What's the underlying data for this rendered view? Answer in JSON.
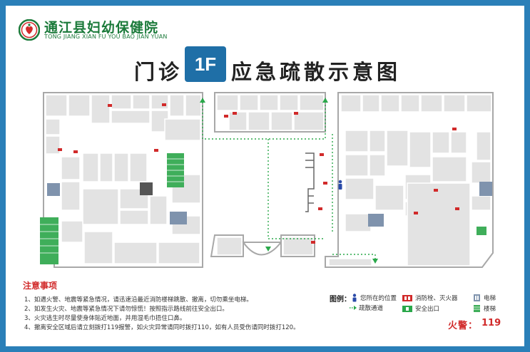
{
  "header": {
    "org_name_cn": "通江县妇幼保健院",
    "org_name_en": "TONG JIANG XIAN FU YOU BAO JIAN YUAN"
  },
  "title": {
    "left": "门诊",
    "floor": "1F",
    "right": "应急疏散示意图"
  },
  "notes": {
    "title": "注意事项",
    "items": [
      "1、如遇火警、地震等紧急情况，请迅速沿最近消防楼梯跳散、撤离，切勿乘坐电梯。",
      "2、如发生火灾、地震等紧急情况下请勿惊慌！按照指示路线前往安全出口。",
      "3、火灾逃生时尽量使身体贴近地面，并用湿毛巾捂住口鼻。",
      "4、撤离安全区域后请立刻拨打119报警，如火灾异常请同时拨打110，如有人员受伤请同时拨打120。"
    ]
  },
  "legend": {
    "label": "图例：",
    "you_are_here": "您所在的位置",
    "evac_route": "疏散通道",
    "hydrant": "消防栓、灭火器",
    "exit": "安全出口",
    "elevator": "电梯",
    "stairs": "楼梯"
  },
  "fire": {
    "label": "火警：",
    "number": "119"
  },
  "colors": {
    "border": "#2a7fb8",
    "brand_green": "#1b7a3a",
    "floor_badge": "#1f6fa7",
    "alert_red": "#d12a2a",
    "route_green": "#2aa84a",
    "wall_gray": "#a8a8a8",
    "room_fill": "#e3e3e3"
  }
}
